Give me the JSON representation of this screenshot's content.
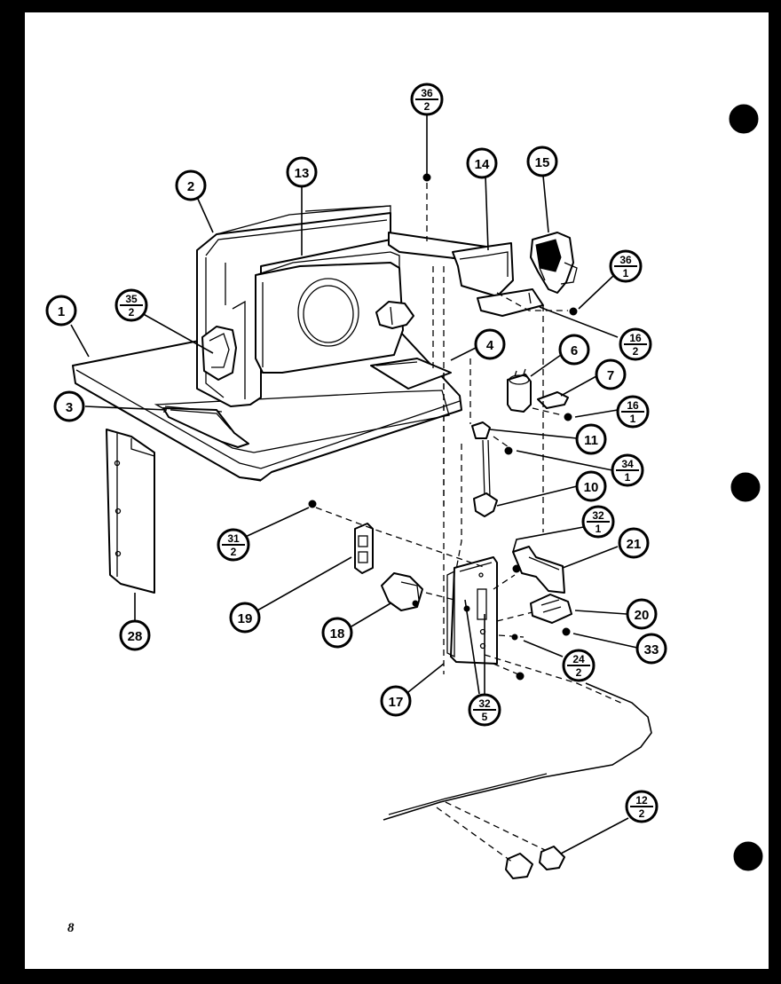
{
  "page_number": "8",
  "callouts": [
    {
      "id": "c-36-2",
      "top": "36",
      "bottom": "2"
    },
    {
      "id": "c-13",
      "label": "13"
    },
    {
      "id": "c-2",
      "label": "2"
    },
    {
      "id": "c-14",
      "label": "14"
    },
    {
      "id": "c-15",
      "label": "15"
    },
    {
      "id": "c-36-1",
      "top": "36",
      "bottom": "1"
    },
    {
      "id": "c-35-2",
      "top": "35",
      "bottom": "2"
    },
    {
      "id": "c-1",
      "label": "1"
    },
    {
      "id": "c-16-2",
      "top": "16",
      "bottom": "2"
    },
    {
      "id": "c-4",
      "label": "4"
    },
    {
      "id": "c-6",
      "label": "6"
    },
    {
      "id": "c-7",
      "label": "7"
    },
    {
      "id": "c-3",
      "label": "3"
    },
    {
      "id": "c-16-1",
      "top": "16",
      "bottom": "1"
    },
    {
      "id": "c-11",
      "label": "11"
    },
    {
      "id": "c-34-1",
      "top": "34",
      "bottom": "1"
    },
    {
      "id": "c-10",
      "label": "10"
    },
    {
      "id": "c-32-1",
      "top": "32",
      "bottom": "1"
    },
    {
      "id": "c-21",
      "label": "21"
    },
    {
      "id": "c-31-2",
      "top": "31",
      "bottom": "2"
    },
    {
      "id": "c-19",
      "label": "19"
    },
    {
      "id": "c-18",
      "label": "18"
    },
    {
      "id": "c-20",
      "label": "20"
    },
    {
      "id": "c-33",
      "label": "33"
    },
    {
      "id": "c-28",
      "label": "28"
    },
    {
      "id": "c-24-2",
      "top": "24",
      "bottom": "2"
    },
    {
      "id": "c-17",
      "label": "17"
    },
    {
      "id": "c-32-5",
      "top": "32",
      "bottom": "5"
    },
    {
      "id": "c-12-2",
      "top": "12",
      "bottom": "2"
    }
  ]
}
